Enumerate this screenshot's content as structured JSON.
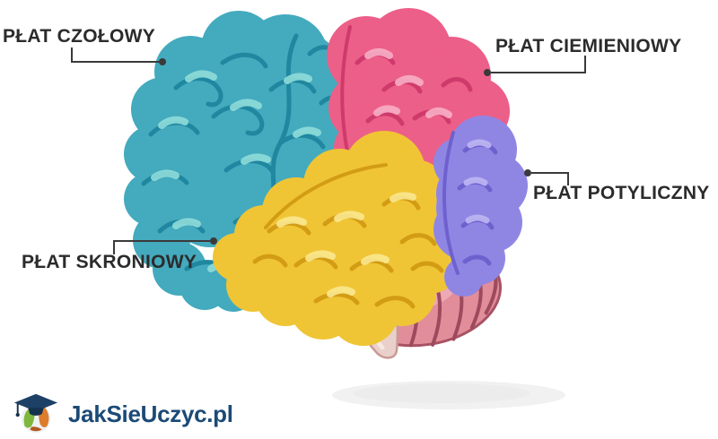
{
  "diagram": {
    "type": "labeled-anatomy-diagram",
    "subject": "human brain side view with color-coded lobes",
    "labels": {
      "frontal": {
        "text": "PŁAT CZOŁOWY"
      },
      "parietal": {
        "text": "PŁAT CIEMIENIOWY"
      },
      "occipital": {
        "text": "PŁAT POTYLICZNY"
      },
      "temporal": {
        "text": "PŁAT SKRONIOWY"
      }
    },
    "colors": {
      "frontal": "#44aabe",
      "frontal_dark": "#1f87a0",
      "frontal_light": "#8fdcda",
      "parietal": "#ec5f88",
      "parietal_dark": "#cf3a6c",
      "parietal_light": "#f8aec6",
      "temporal": "#f0c535",
      "temporal_dark": "#d39c15",
      "temporal_light": "#fae88f",
      "occipital": "#8f86e4",
      "occipital_dark": "#6e61ce",
      "occipital_light": "#beb7f3",
      "cerebellum": "#e18e9a",
      "cerebellum_stripe": "#9e4a5e",
      "cerebellum_outline": "#a85263",
      "brainstem": "#ead0cb",
      "brainstem_edge": "#c99a94",
      "connector": "#3a3a3a",
      "label_text": "#2b2b2b"
    }
  },
  "logo": {
    "text": "JakSieUczyc.pl",
    "color": "#1b4a77"
  }
}
